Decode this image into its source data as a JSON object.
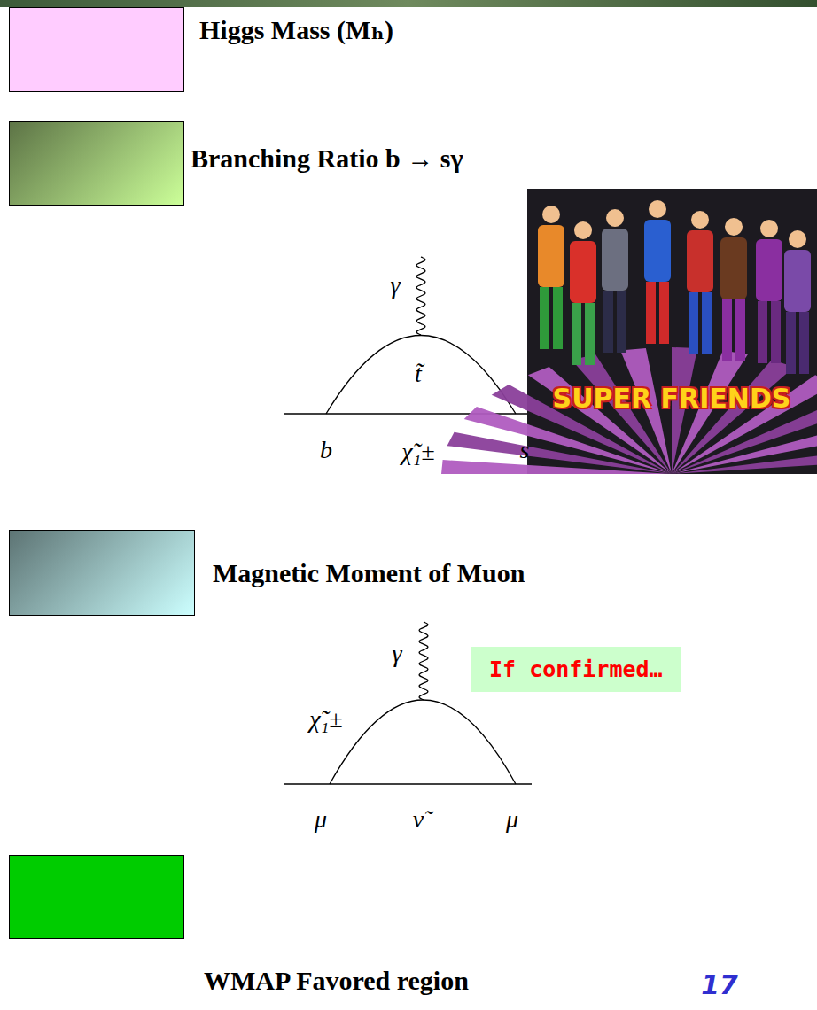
{
  "diagram": {
    "nodes": [
      {
        "text": [
          "If confirmed…"
        ]
      }
    ],
    "labels": [
      "γ",
      "t̃",
      "b",
      "χ̃₁±",
      "s",
      "SUPER FRIENDS",
      "γ",
      "χ̃₁±",
      "μ",
      "ν̃",
      "μ",
      "17"
    ],
    "legend": [
      {
        "text": "Higgs Mass (Mₕ)",
        "color": "#ffccff"
      },
      {
        "text": "Branching Ratio b → sγ",
        "color": "#ccff99"
      },
      {
        "text": "Magnetic Moment of Muon",
        "color": "#ccffff"
      },
      {
        "text": "WMAP Favored region",
        "color": "#00cc00"
      }
    ]
  }
}
